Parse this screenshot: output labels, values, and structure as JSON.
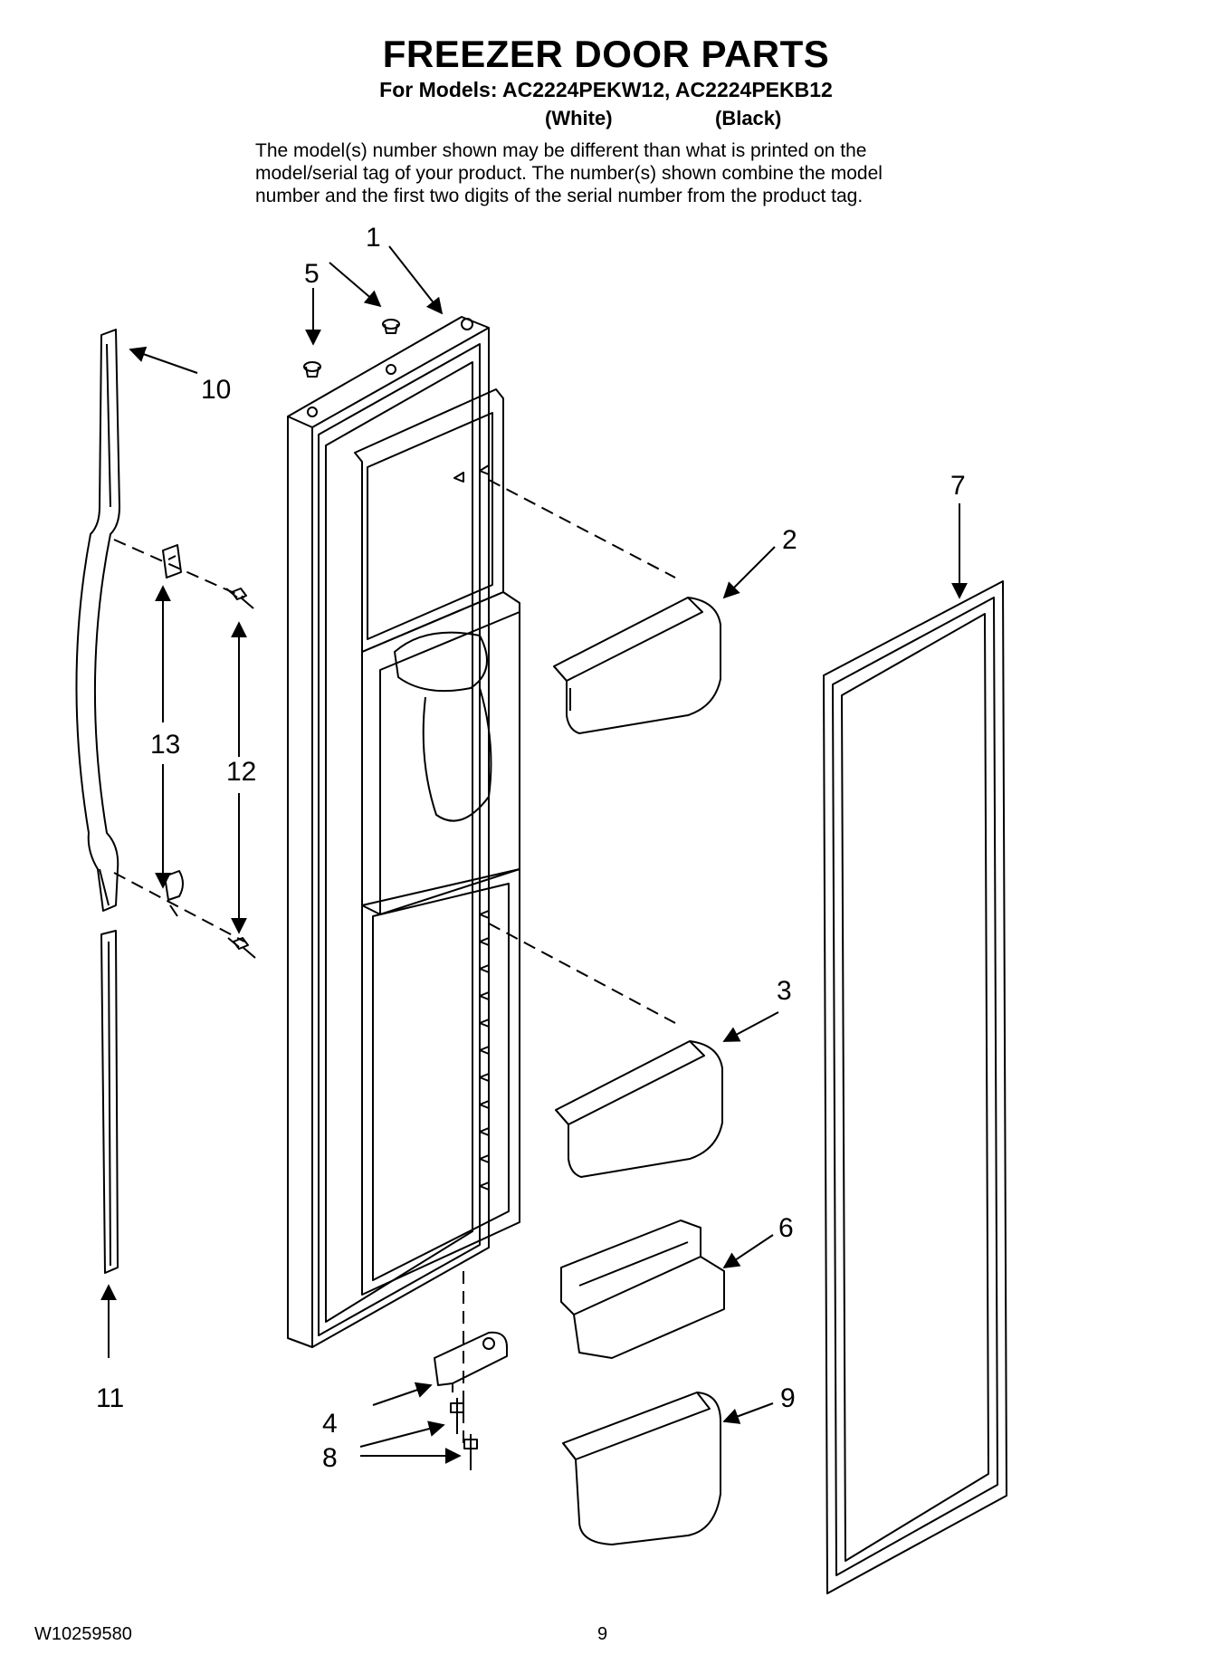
{
  "page": {
    "title": "FREEZER DOOR PARTS",
    "models_line": "For Models: AC2224PEKW12, AC2224PEKB12",
    "variant_white": "(White)",
    "variant_black": "(Black)",
    "note_lines": [
      "The model(s) number shown may be different than what is printed on the",
      "model/serial tag of your product. The number(s) shown combine the model",
      "number and the first two digits of the serial number from the product tag."
    ],
    "footer_doc_number": "W10259580",
    "footer_page_number": "9"
  },
  "callouts": {
    "c1": "1",
    "c2": "2",
    "c3": "3",
    "c4": "4",
    "c5": "5",
    "c6": "6",
    "c7": "7",
    "c8": "8",
    "c9": "9",
    "c10": "10",
    "c11": "11",
    "c12": "12",
    "c13": "13"
  },
  "colors": {
    "line": "#000000",
    "background": "#ffffff"
  }
}
